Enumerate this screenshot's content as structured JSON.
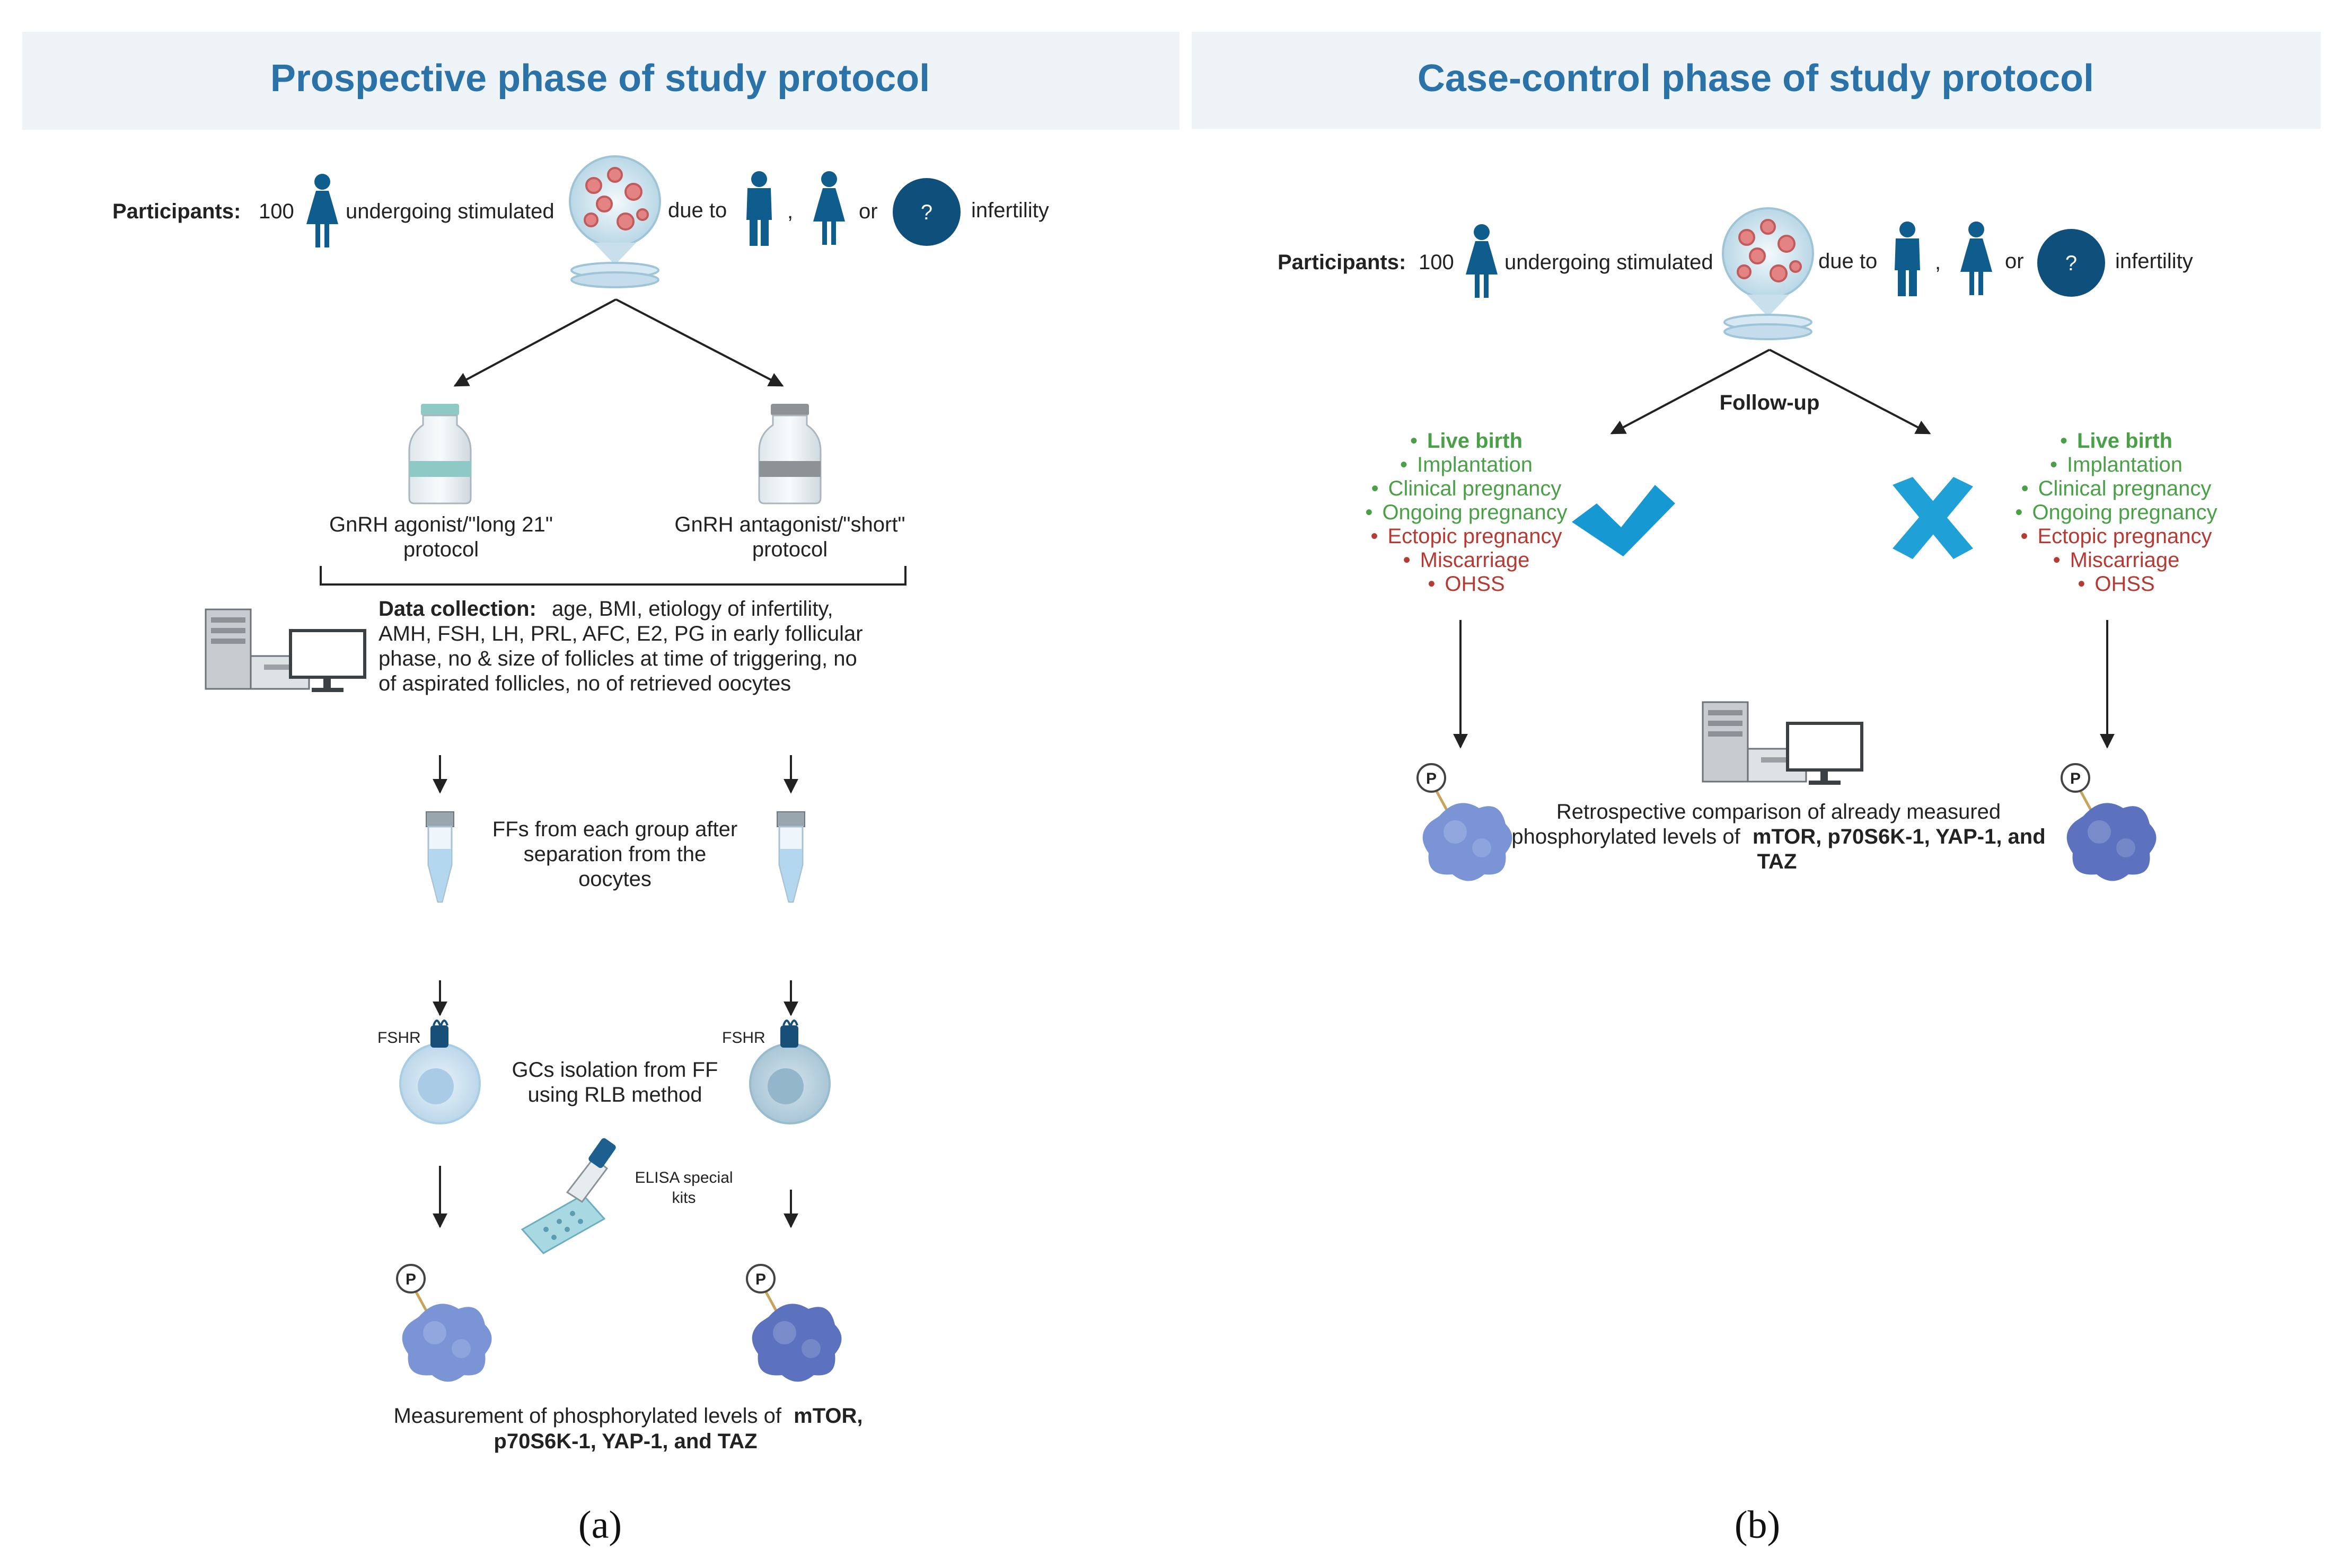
{
  "colors": {
    "header_bg": "#eef3f8",
    "title": "#2a72a8",
    "person": "#0f5d8c",
    "green": "#4aa046",
    "red": "#b53a33",
    "check": "#1699d3",
    "cross": "#1fa1d8",
    "protein": "#7488cf"
  },
  "panel_a": {
    "title": "Prospective phase of study protocol",
    "participants_label": "Participants:",
    "participants_count": "100",
    "undergoing": "undergoing stimulated",
    "due_to": "due to",
    "comma": ",",
    "or": "or",
    "question": "?",
    "infertility": "infertility",
    "agonist_line1": "GnRH agonist/\"long 21\"",
    "agonist_line2": "protocol",
    "antagonist_line1": "GnRH antagonist/\"short\"",
    "antagonist_line2": "protocol",
    "data_collection_label": "Data collection:",
    "data_line1": "age, BMI, etiology of infertility,",
    "data_line2": "AMH, FSH, LH, PRL, AFC, E2, PG in early follicular",
    "data_line3": "phase, no & size of follicles at time of triggering, no",
    "data_line4": "of aspirated follicles, no of retrieved oocytes",
    "ff_line1": "FFs from each group after",
    "ff_line2": "separation from the",
    "ff_line3": "oocytes",
    "fshr": "FSHR",
    "gc_line1": "GCs isolation from FF",
    "gc_line2": "using RLB method",
    "elisa_line1": "ELISA special",
    "elisa_line2": "kits",
    "phospho": "P",
    "measure_line1": "Measurement of phosphorylated levels of",
    "measure_bold1": "mTOR,",
    "measure_line2": "p70S6K-1, YAP-1, and TAZ",
    "caption": "(a)"
  },
  "panel_b": {
    "title": "Case-control phase of study protocol",
    "participants_label": "Participants:",
    "participants_count": "100",
    "undergoing": "undergoing stimulated",
    "due_to": "due to",
    "comma": ",",
    "or": "or",
    "question": "?",
    "infertility": "infertility",
    "follow_up": "Follow-up",
    "outcomes_green": [
      "Live birth",
      "Implantation",
      "Clinical pregnancy",
      "Ongoing pregnancy"
    ],
    "outcomes_red": [
      "Ectopic pregnancy",
      "Miscarriage",
      "OHSS"
    ],
    "bullet": "•",
    "retro_line1": "Retrospective comparison of already measured",
    "retro_line2": "phosphorylated levels of",
    "retro_bold2": "mTOR, p70S6K-1, YAP-1, and",
    "retro_line3": "TAZ",
    "phospho": "P",
    "caption": "(b)"
  }
}
